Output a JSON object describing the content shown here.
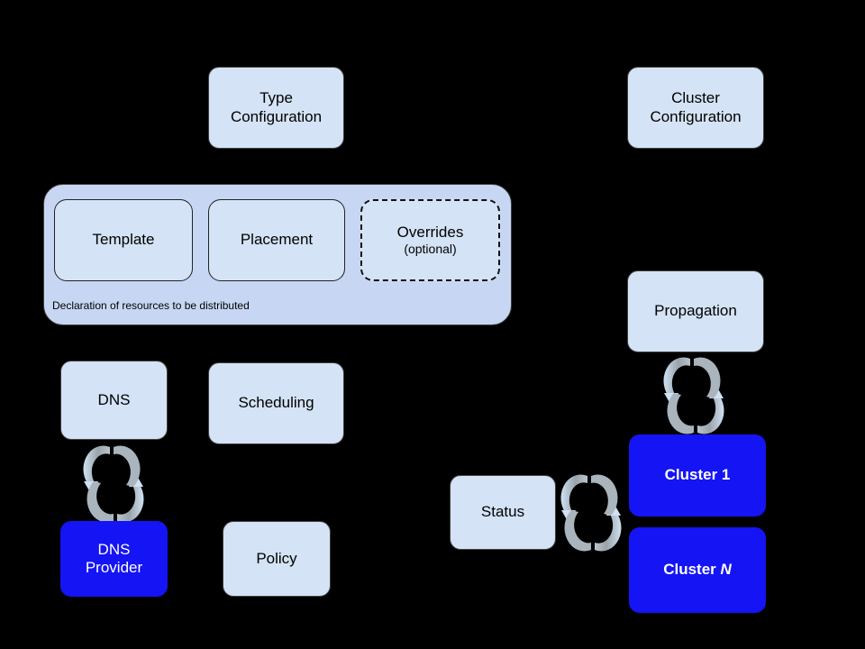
{
  "diagram": {
    "title": "Kubernetes Federation architecture diagram",
    "background_color": "#000000",
    "colors": {
      "node_light": "#d4e3f5",
      "group_background": "#c7d7f3",
      "node_blue": "#1414f5",
      "node_blue_text": "#ffffff",
      "stroke": "#000000",
      "sync_icon": "#c8dcef"
    }
  },
  "nodes": {
    "type_configuration": {
      "label": "Type\nConfiguration",
      "line1": "Type",
      "line2": "Configuration"
    },
    "cluster_configuration": {
      "label": "Cluster\nConfiguration",
      "line1": "Cluster",
      "line2": "Configuration"
    },
    "template": {
      "label": "Template"
    },
    "placement": {
      "label": "Placement"
    },
    "overrides": {
      "label": "Overrides",
      "sublabel": "(optional)"
    },
    "group": {
      "label": "Declaration of resources to be distributed"
    },
    "dns": {
      "label": "DNS"
    },
    "dns_provider": {
      "line1": "DNS",
      "line2": "Provider"
    },
    "scheduling": {
      "label": "Scheduling"
    },
    "policy": {
      "label": "Policy"
    },
    "propagation": {
      "label": "Propagation"
    },
    "status": {
      "label": "Status"
    },
    "cluster_1": {
      "label": "Cluster 1"
    },
    "cluster_n_prefix": "Cluster ",
    "cluster_n_suffix": "N"
  },
  "icons": {
    "sync_dns": "sync-icon",
    "sync_propagation": "sync-icon",
    "sync_status": "sync-icon"
  },
  "edges": [
    {
      "name": "type-config-to-template",
      "style": "dashed",
      "direction": "down"
    },
    {
      "name": "type-config-to-placement",
      "style": "dashed",
      "direction": "down"
    },
    {
      "name": "type-config-to-overrides",
      "style": "dashed",
      "direction": "down"
    },
    {
      "name": "scheduling-to-placement",
      "style": "solid",
      "direction": "up"
    },
    {
      "name": "policy-to-overrides",
      "style": "solid",
      "direction": "up"
    }
  ]
}
